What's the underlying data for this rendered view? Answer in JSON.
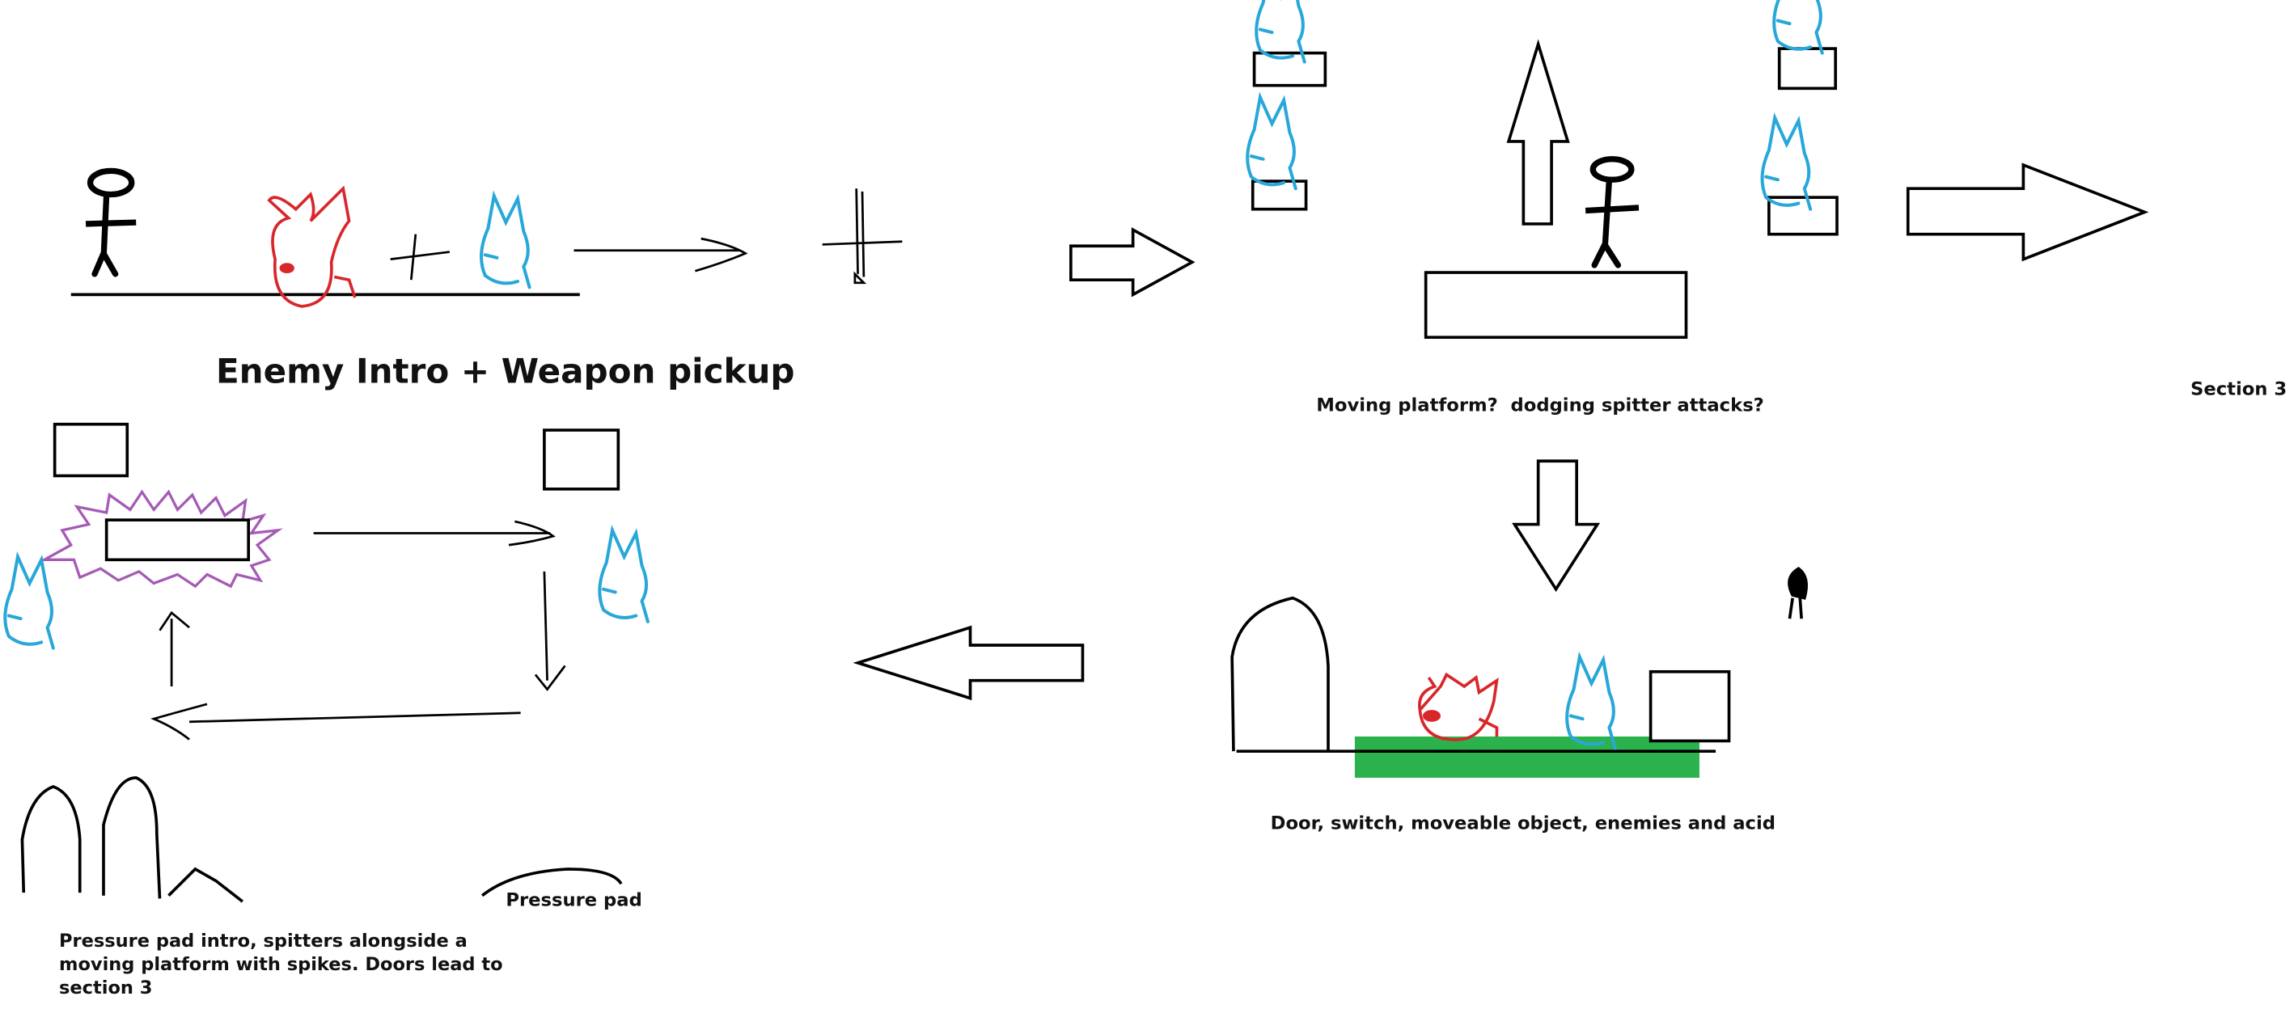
{
  "colors": {
    "ink": "#000000",
    "enemy_red": "#d9262b",
    "spitter_blue": "#28a7d9",
    "spikes_purple": "#a55bb5",
    "acid_green": "#2bb24c"
  },
  "icons": [
    "stick-figure-player-icon",
    "red-enemy-icon",
    "blue-spitter-icon",
    "sword-icon",
    "arrow-icon",
    "door-icon",
    "pressure-pad-icon"
  ],
  "captions": {
    "section1": "Enemy Intro + Weapon pickup",
    "section2": "Moving platform?  dodging spitter attacks?",
    "section3_label": "Section 3",
    "section4": "Door, switch, moveable object, enemies and acid",
    "pressure_pad": "Pressure pad",
    "section5": "Pressure pad intro, spitters alongside a moving platform with spikes. Doors lead to section 3"
  }
}
